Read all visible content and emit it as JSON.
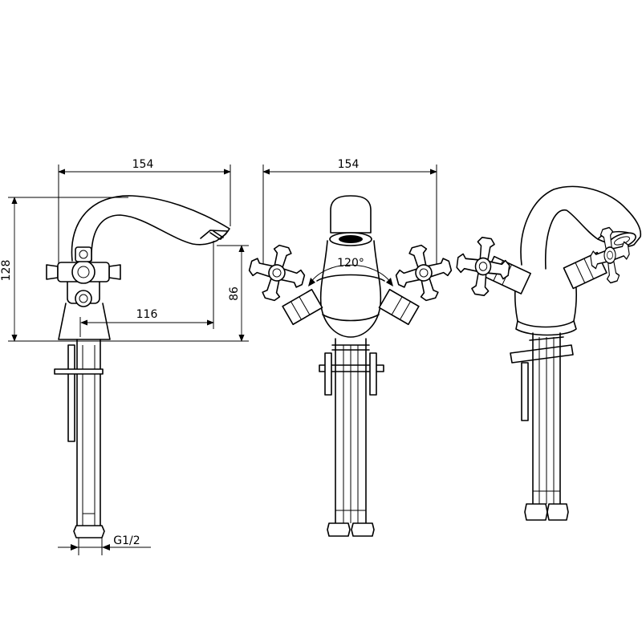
{
  "dimensions": {
    "left_width": "154",
    "left_height": "128",
    "left_spout_height": "86",
    "left_reach": "116",
    "left_thread": "G1/2",
    "front_width": "154",
    "front_angle": "120°"
  }
}
